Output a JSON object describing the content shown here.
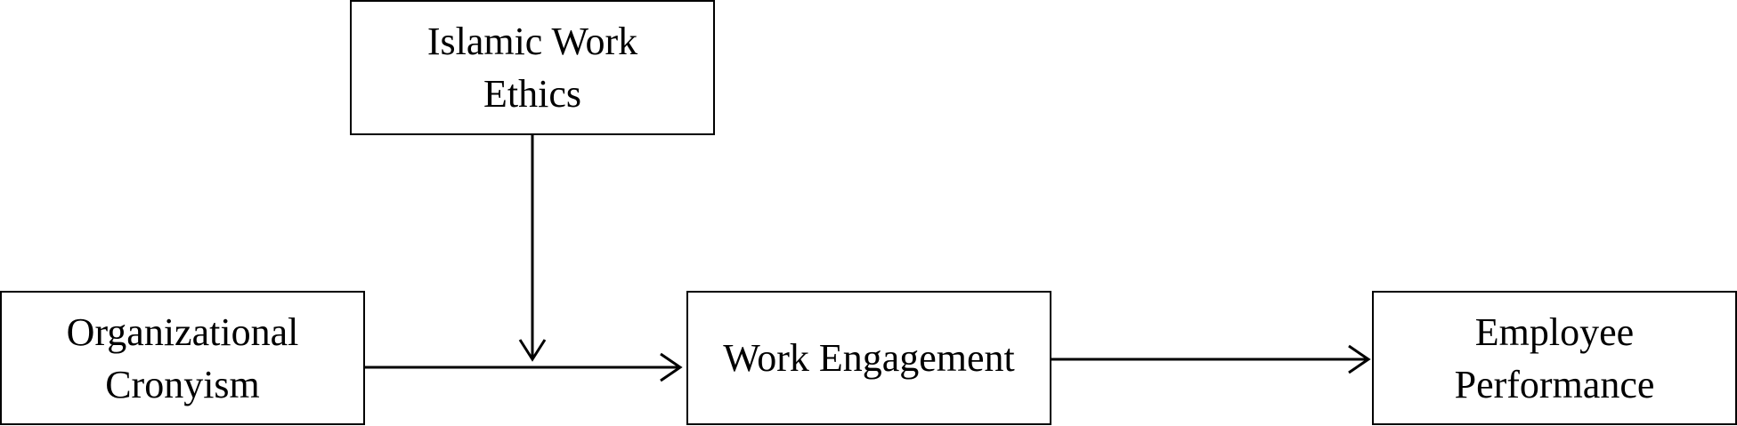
{
  "diagram": {
    "nodes": {
      "islamic_work_ethics": {
        "line1": "Islamic Work",
        "line2": "Ethics"
      },
      "organizational_cronyism": {
        "line1": "Organizational",
        "line2": "Cronyism"
      },
      "work_engagement": {
        "line1": "Work Engagement"
      },
      "employee_performance": {
        "line1": "Employee",
        "line2": "Performance"
      }
    },
    "edges": [
      {
        "from": "organizational_cronyism",
        "to": "work_engagement",
        "type": "direct"
      },
      {
        "from": "islamic_work_ethics",
        "to": "organizational_cronyism->work_engagement",
        "type": "moderation"
      },
      {
        "from": "work_engagement",
        "to": "employee_performance",
        "type": "direct"
      }
    ],
    "colors": {
      "line": "#000000",
      "background": "#ffffff"
    }
  }
}
